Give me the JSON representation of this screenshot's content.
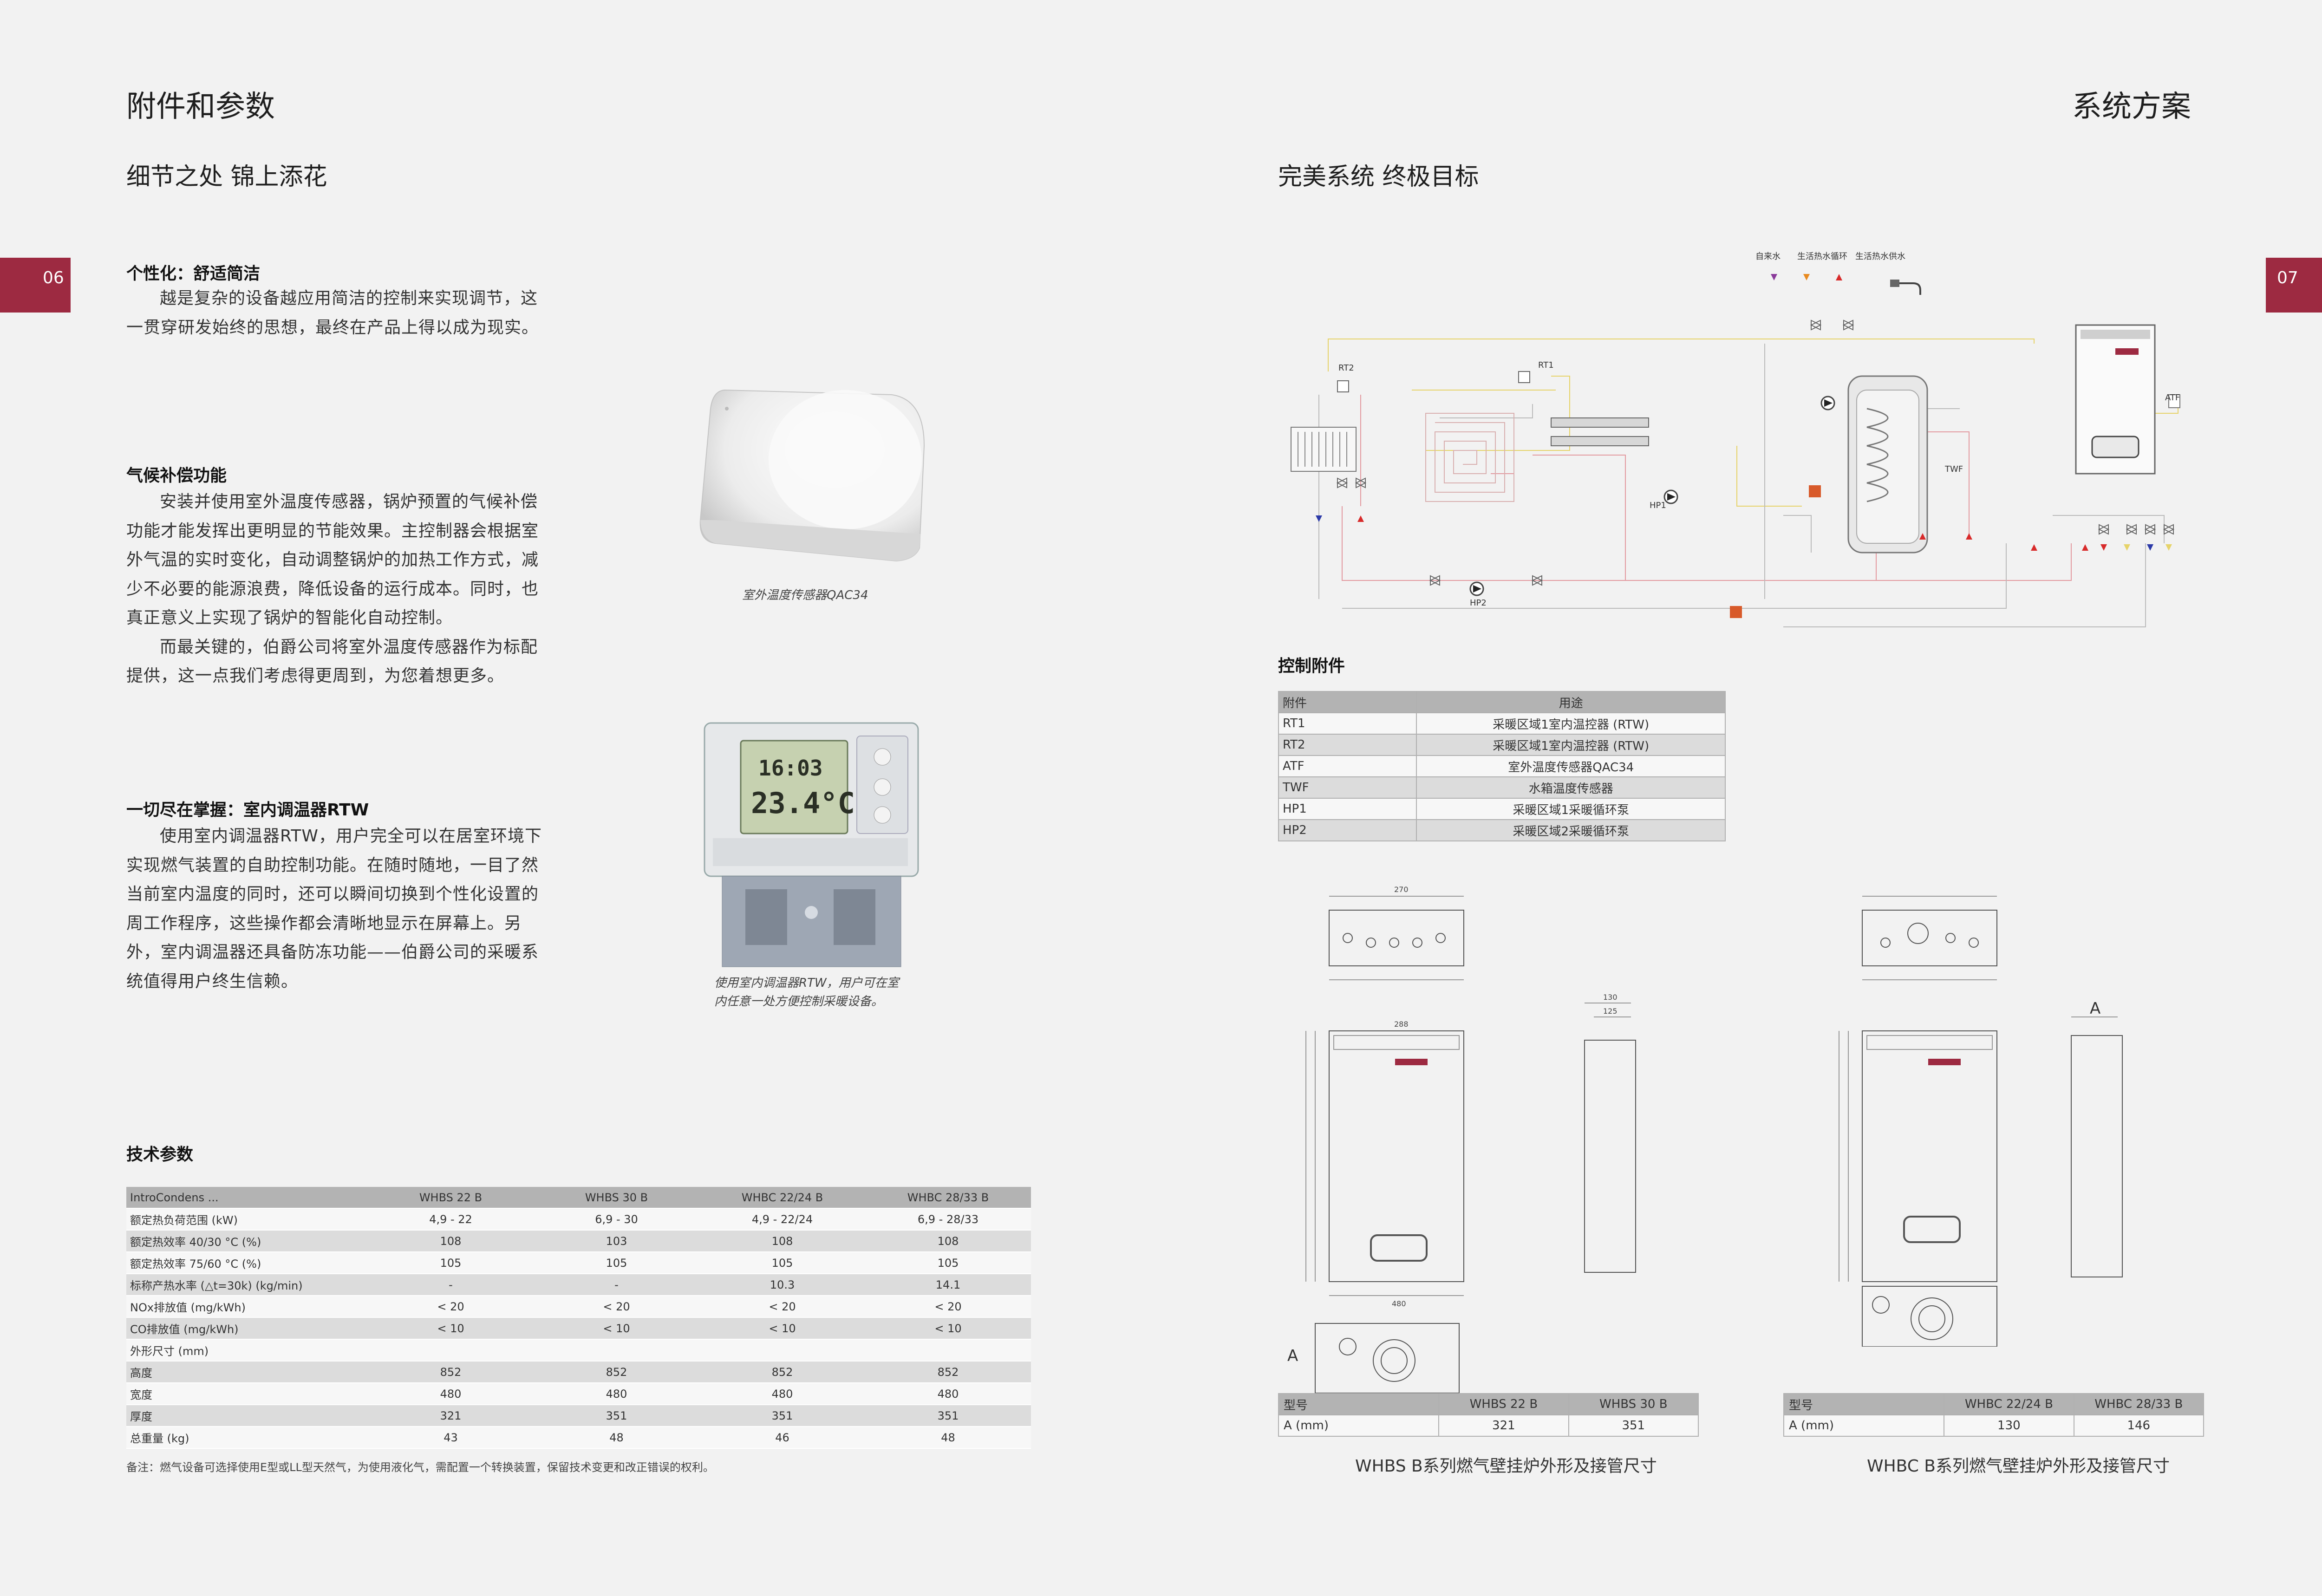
{
  "left": {
    "heading": "附件和参数",
    "subheading": "细节之处  锦上添花",
    "page_number": "06",
    "sec1_title": "个性化：舒适简洁",
    "sec1_paras": [
      "越是复杂的设备越应用简洁的控制来实现调节，这一贯穿研发始终的思想，最终在产品上得以成为现实。"
    ],
    "sec2_title": "气候补偿功能",
    "sec2_paras": [
      "安装并使用室外温度传感器，锅炉预置的气候补偿功能才能发挥出更明显的节能效果。主控制器会根据室外气温的实时变化，自动调整锅炉的加热工作方式，减少不必要的能源浪费，降低设备的运行成本。同时，也真正意义上实现了锅炉的智能化自动控制。",
      "而最关键的，伯爵公司将室外温度传感器作为标配提供，这一点我们考虑得更周到，为您着想更多。"
    ],
    "sensor_caption": "室外温度传感器QAC34",
    "sec3_title": "一切尽在掌握：室内调温器RTW",
    "sec3_paras": [
      "使用室内调温器RTW，用户完全可以在居室环境下实现燃气装置的自助控制功能。在随时随地，一目了然当前室内温度的同时，还可以瞬间切换到个性化设置的周工作程序，这些操作都会清晰地显示在屏幕上。另外，室内调温器还具备防冻功能——伯爵公司的采暖系统值得用户终生信赖。"
    ],
    "thermostat_display_1": "16:03",
    "thermostat_display_2": "23.4°C",
    "thermostat_caption_1": "使用室内调温器RTW，用户可在室",
    "thermostat_caption_2": "内任意一处方便控制采暖设备。",
    "tech_title": "技术参数",
    "tech_header": [
      "IntroCondens ...",
      "WHBS 22 B",
      "WHBS 30 B",
      "WHBC 22/24 B",
      "WHBC 28/33 B"
    ],
    "tech_rows": [
      [
        "额定热负荷范围 (kW)",
        "4,9 - 22",
        "6,9 - 30",
        "4,9 - 22/24",
        "6,9 - 28/33"
      ],
      [
        "额定热效率 40/30 °C (%)",
        "108",
        "103",
        "108",
        "108"
      ],
      [
        "额定热效率 75/60 °C (%)",
        "105",
        "105",
        "105",
        "105"
      ],
      [
        "标称产热水率 (△t=30k) (kg/min)",
        "-",
        "-",
        "10.3",
        "14.1"
      ],
      [
        "NOx排放值 (mg/kWh)",
        "< 20",
        "< 20",
        "< 20",
        "< 20"
      ],
      [
        "CO排放值 (mg/kWh)",
        "< 10",
        "< 10",
        "< 10",
        "< 10"
      ],
      [
        "外形尺寸 (mm)",
        "",
        "",
        "",
        ""
      ],
      [
        "高度",
        "852",
        "852",
        "852",
        "852"
      ],
      [
        "宽度",
        "480",
        "480",
        "480",
        "480"
      ],
      [
        "厚度",
        "321",
        "351",
        "351",
        "351"
      ],
      [
        "总重量 (kg)",
        "43",
        "48",
        "46",
        "48"
      ]
    ],
    "note": "备注：燃气设备可选择使用E型或LL型天然气，为使用液化气，需配置一个转换装置，保留技术变更和改正错误的权利。"
  },
  "right": {
    "heading": "系统方案",
    "subheading": "完美系统  终极目标",
    "page_number": "07",
    "schematic_labels": {
      "cold_water": "自来水",
      "dhw_circ": "生活热水循环",
      "dhw_supply": "生活热水供水",
      "rt1": "RT1",
      "rt2": "RT2",
      "hp1": "HP1",
      "hp2": "HP2",
      "twf": "TWF",
      "atf": "ATF"
    },
    "ctrl_title": "控制附件",
    "ctrl_header": [
      "附件",
      "用途"
    ],
    "ctrl_rows": [
      [
        "RT1",
        "采暖区域1室内温控器 (RTW)"
      ],
      [
        "RT2",
        "采暖区域1室内温控器 (RTW)"
      ],
      [
        "ATF",
        "室外温度传感器QAC34"
      ],
      [
        "TWF",
        "水箱温度传感器"
      ],
      [
        "HP1",
        "采暖区域1采暖循环泵"
      ],
      [
        "HP2",
        "采暖区域2采暖循环泵"
      ]
    ],
    "whbs_table": {
      "header": [
        "型号",
        "WHBS 22 B",
        "WHBS 30 B"
      ],
      "row": [
        "A (mm)",
        "321",
        "351"
      ]
    },
    "whbc_table": {
      "header": [
        "型号",
        "WHBC 22/24 B",
        "WHBC 28/33 B"
      ],
      "row": [
        "A (mm)",
        "130",
        "146"
      ]
    },
    "whbs_caption": "WHBS B系列燃气壁挂炉外形及接管尺寸",
    "whbc_caption": "WHBC B系列燃气壁挂炉外形及接管尺寸",
    "dim_labels": {
      "a": "A",
      "w270": "270",
      "w288": "288",
      "w480": "480",
      "w130": "130",
      "w125": "125"
    }
  },
  "colors": {
    "accent": "#9d2a41",
    "background": "#f2f2f2",
    "table_header": "#b3b3b3",
    "table_row_alt": "#dcdcdc"
  }
}
